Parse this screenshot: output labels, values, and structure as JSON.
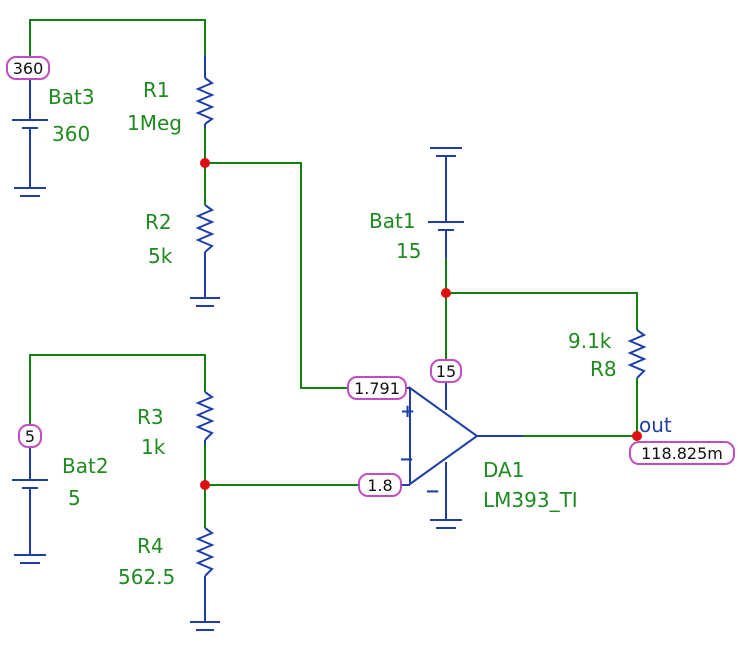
{
  "components": {
    "bat3": {
      "name": "Bat3",
      "value": "360"
    },
    "bat2": {
      "name": "Bat2",
      "value": "5"
    },
    "bat1": {
      "name": "Bat1",
      "value": "15"
    },
    "r1": {
      "name": "R1",
      "value": "1Meg"
    },
    "r2": {
      "name": "R2",
      "value": "5k"
    },
    "r3": {
      "name": "R3",
      "value": "1k"
    },
    "r4": {
      "name": "R4",
      "value": "562.5"
    },
    "r8": {
      "name": "R8",
      "value": "9.1k"
    },
    "da1": {
      "name": "DA1",
      "model": "LM393_TI"
    }
  },
  "pins": {
    "plus": "+",
    "minus": "−",
    "supply_minus": "−"
  },
  "probes": {
    "bat3_node": "360",
    "bat2_node": "5",
    "noninverting": "1.791",
    "inverting": "1.8",
    "supply": "15",
    "output": "118.825m"
  },
  "net_labels": {
    "out": "out"
  },
  "colors": {
    "wire": "#118011",
    "component": "#1f3fa8",
    "label": "#1f8a1f",
    "probe_border": "#c24cc2",
    "node": "#e01010"
  }
}
